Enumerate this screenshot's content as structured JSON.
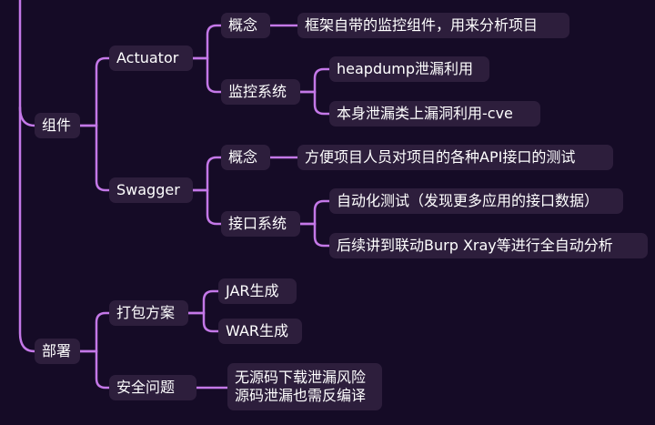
{
  "accent": "#c478e8",
  "background": "#150b26",
  "node_bg": "#2d1e3c",
  "tree": {
    "components": {
      "label": "组件",
      "actuator": {
        "label": "Actuator",
        "concept": {
          "label": "概念",
          "detail": "框架自带的监控组件，用来分析项目"
        },
        "monitoring": {
          "label": "监控系统",
          "items": [
            "heapdump泄漏利用",
            "本身泄漏类上漏洞利用-cve"
          ]
        }
      },
      "swagger": {
        "label": "Swagger",
        "concept": {
          "label": "概念",
          "detail": "方便项目人员对项目的各种API接口的测试"
        },
        "interface": {
          "label": "接口系统",
          "items": [
            "自动化测试（发现更多应用的接口数据）",
            "后续讲到联动Burp Xray等进行全自动分析"
          ]
        }
      }
    },
    "deployment": {
      "label": "部署",
      "packaging": {
        "label": "打包方案",
        "items": [
          "JAR生成",
          "WAR生成"
        ]
      },
      "security": {
        "label": "安全问题",
        "lines": [
          "无源码下载泄漏风险",
          "源码泄漏也需反编译"
        ]
      }
    }
  }
}
